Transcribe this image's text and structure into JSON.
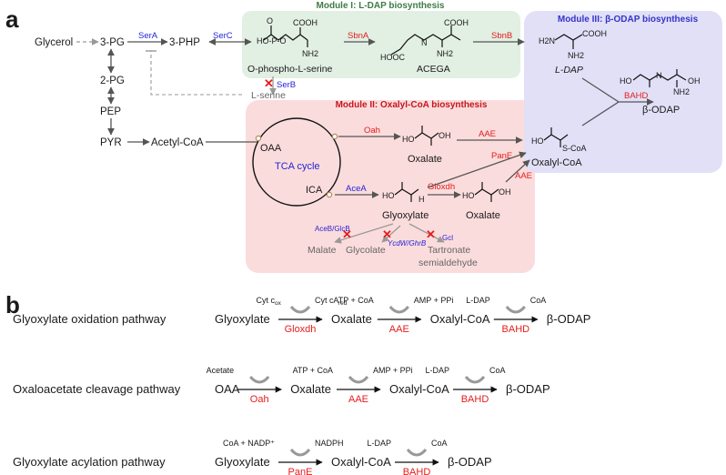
{
  "panel_labels": {
    "a": "a",
    "b": "b"
  },
  "colors": {
    "module1_bg": "#e2efe3",
    "module1_title": "#3e7b46",
    "module2_bg": "#fbdcdc",
    "module2_title": "#c7151e",
    "module3_bg": "#e1e0f7",
    "module3_title": "#3434c8",
    "enzyme_red": "#e31d1d",
    "enzyme_blue": "#2424d8",
    "gray": "#888888"
  },
  "module1": {
    "title": "Module I: L-DAP biosynthesis"
  },
  "module2": {
    "title": "Module II: Oxalyl-CoA biosynthesis"
  },
  "module3": {
    "title": "Module III: β-ODAP biosynthesis"
  },
  "panel_a": {
    "metabolites": {
      "glycerol": "Glycerol",
      "pg3": "3-PG",
      "php3": "3-PHP",
      "pg2": "2-PG",
      "pep": "PEP",
      "pyr": "PYR",
      "acetyl_coa": "Acetyl-CoA",
      "o_phospho_serine": "O-phospho-L-serine",
      "acega": "ACEGA",
      "l_serine": "L-serine",
      "l_dap": "L-DAP",
      "beta_odap": "β-ODAP",
      "oaa": "OAA",
      "tca_cycle": "TCA cycle",
      "ica": "ICA",
      "oxalate_top": "Oxalate",
      "oxalyl_coa": "Oxalyl-CoA",
      "glyoxylate": "Glyoxylate",
      "oxalate_mid": "Oxalate",
      "malate": "Malate",
      "glycolate": "Glycolate",
      "tartronate": "Tartronate",
      "semialdehyde": "semialdehyde"
    },
    "enzymes": {
      "serA": "SerA",
      "serC": "SerC",
      "serB": "SerB",
      "sbnA": "SbnA",
      "sbnB": "SbnB",
      "bahd": "BAHD",
      "oah": "Oah",
      "aae_top": "AAE",
      "panE": "PanE",
      "aae_right": "AAE",
      "aceA": "AceA",
      "gloxdh": "Gloxdh",
      "aceB_glcB": "AceB/GlcB",
      "ycdW_ghrB": "YcdW/GhrB",
      "gcl": "Gcl"
    }
  },
  "panel_b": {
    "pathways": [
      {
        "name": "Glyoxylate oxidation pathway",
        "steps": [
          {
            "substrate": "Glyoxylate",
            "cofactor_in": "Cyt c",
            "cofactor_in_sub": "ox",
            "cofactor_out": "Cyt c",
            "cofactor_out_sub": "red",
            "enzyme": "Gloxdh"
          },
          {
            "substrate": "Oxalate",
            "cofactor_in": "ATP + CoA",
            "cofactor_out": "AMP + PPi",
            "enzyme": "AAE"
          },
          {
            "substrate": "Oxalyl-CoA",
            "cofactor_in": "L-DAP",
            "cofactor_out": "CoA",
            "enzyme": "BAHD"
          }
        ],
        "product": "β-ODAP"
      },
      {
        "name": "Oxaloacetate cleavage pathway",
        "steps": [
          {
            "substrate": "OAA",
            "cofactor_in": "Acetate",
            "cofactor_out": "",
            "enzyme": "Oah"
          },
          {
            "substrate": "Oxalate",
            "cofactor_in": "ATP + CoA",
            "cofactor_out": "AMP + PPi",
            "enzyme": "AAE"
          },
          {
            "substrate": "Oxalyl-CoA",
            "cofactor_in": "L-DAP",
            "cofactor_out": "CoA",
            "enzyme": "BAHD"
          }
        ],
        "product": "β-ODAP"
      },
      {
        "name": "Glyoxylate acylation pathway",
        "steps": [
          {
            "substrate": "Glyoxylate",
            "cofactor_in": "CoA + NADP⁺",
            "cofactor_out": "NADPH",
            "enzyme": "PanE"
          },
          {
            "substrate": "Oxalyl-CoA",
            "cofactor_in": "L-DAP",
            "cofactor_out": "CoA",
            "enzyme": "BAHD"
          }
        ],
        "product": "β-ODAP"
      }
    ]
  }
}
